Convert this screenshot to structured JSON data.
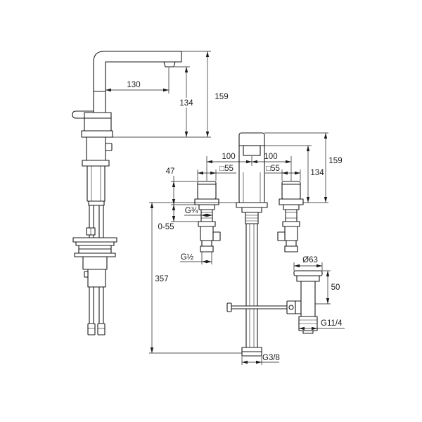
{
  "side_view": {
    "dim_reach": "130",
    "dim_outlet_height": "134",
    "dim_total_height": "159"
  },
  "front_view": {
    "dim_spacing_left": "100",
    "dim_spacing_right": "100",
    "dim_handle_left": "□55",
    "dim_handle_right": "□55",
    "dim_total_height": "159",
    "dim_outlet_height": "134",
    "dim_handle_height": "47",
    "dim_handle_thread": "G¾",
    "dim_clamp_range": "0-55",
    "dim_inlet_thread": "G½",
    "dim_hose_length": "357",
    "dim_outlet_thread": "G3/8"
  },
  "waste": {
    "dim_diameter": "Ø63",
    "dim_height": "50",
    "dim_thread": "G11/4"
  },
  "colors": {
    "line": "#1a1a1a",
    "background": "#ffffff"
  }
}
